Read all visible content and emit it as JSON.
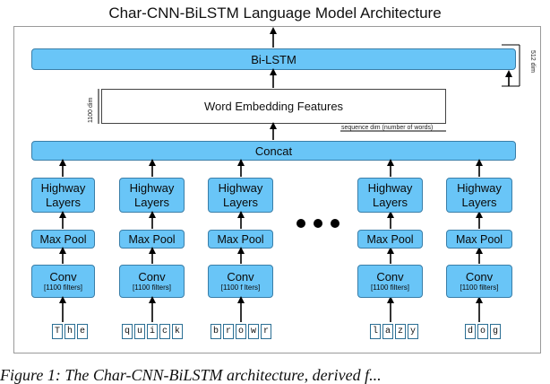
{
  "title": "Char-CNN-BiLSTM Language Model Architecture",
  "bilstm": {
    "label": "Bi-LSTM",
    "dim": "512 dim"
  },
  "embedding": {
    "label": "Word Embedding Features",
    "dim": "1100 dim",
    "seq": "sequence dim (number of words)"
  },
  "concat": {
    "label": "Concat"
  },
  "columns": [
    {
      "highway": [
        "Highway",
        "Layers"
      ],
      "maxpool": "Max Pool",
      "conv": "Conv",
      "filters": "[1100 filters]",
      "chars": [
        "T",
        "h",
        "e"
      ]
    },
    {
      "highway": [
        "Highway",
        "Layers"
      ],
      "maxpool": "Max Pool",
      "conv": "Conv",
      "filters": "[1100 filters]",
      "chars": [
        "q",
        "u",
        "i",
        "c",
        "k"
      ]
    },
    {
      "highway": [
        "Highway",
        "Layers"
      ],
      "maxpool": "Max Pool",
      "conv": "Conv",
      "filters": "[1100 f lters]",
      "chars": [
        "b",
        "r",
        "o",
        "w",
        "r"
      ]
    },
    {
      "highway": [
        "Highway",
        "Layers"
      ],
      "maxpool": "Max Pool",
      "conv": "Conv",
      "filters": "[1100 filters]",
      "chars": [
        "l",
        "a",
        "z",
        "y"
      ]
    },
    {
      "highway": [
        "Highway",
        "Layers"
      ],
      "maxpool": "Max Pool",
      "conv": "Conv",
      "filters": "[1100 filters]",
      "chars": [
        "d",
        "o",
        "g"
      ]
    }
  ],
  "caption": "Figure 1:  The Char-CNN-BiLSTM architecture, derived f..."
}
